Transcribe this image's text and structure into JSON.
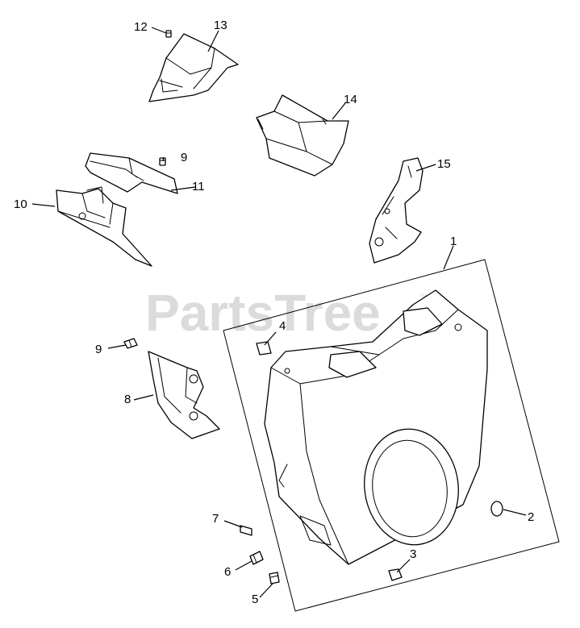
{
  "watermark": {
    "text": "PartsTree",
    "mark": "™"
  },
  "callouts": [
    {
      "id": "12",
      "label": "12"
    },
    {
      "id": "13",
      "label": "13"
    },
    {
      "id": "14",
      "label": "14"
    },
    {
      "id": "9a",
      "label": "9"
    },
    {
      "id": "11",
      "label": "11"
    },
    {
      "id": "10",
      "label": "10"
    },
    {
      "id": "15",
      "label": "15"
    },
    {
      "id": "1",
      "label": "1"
    },
    {
      "id": "4",
      "label": "4"
    },
    {
      "id": "9b",
      "label": "9"
    },
    {
      "id": "8",
      "label": "8"
    },
    {
      "id": "2",
      "label": "2"
    },
    {
      "id": "7",
      "label": "7"
    },
    {
      "id": "3",
      "label": "3"
    },
    {
      "id": "6",
      "label": "6"
    },
    {
      "id": "5",
      "label": "5"
    }
  ]
}
